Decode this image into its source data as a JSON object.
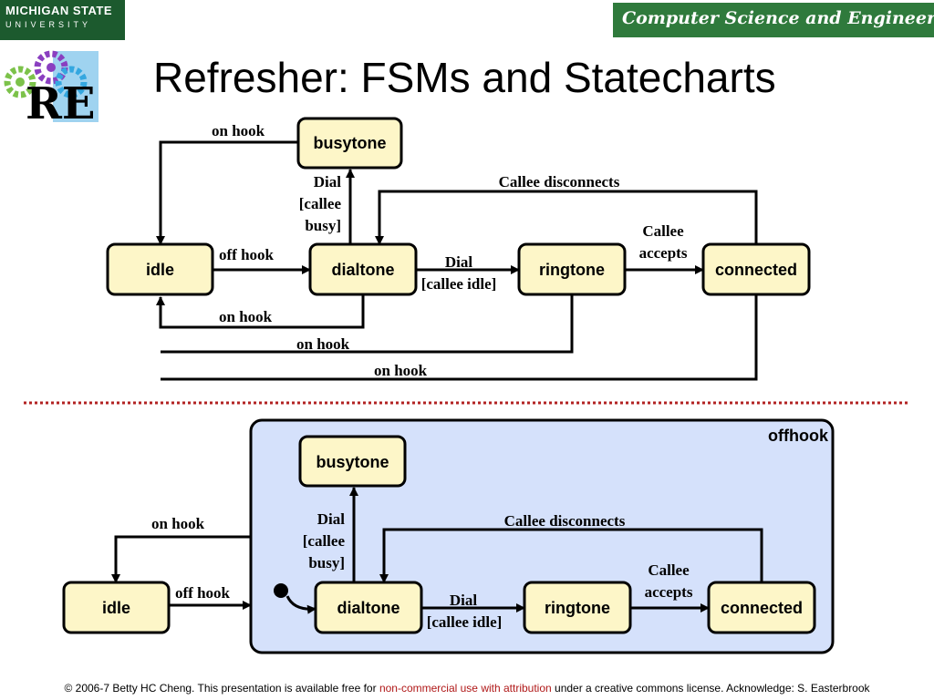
{
  "header": {
    "msu_logo_line1": "MICHIGAN STATE",
    "msu_logo_line2": "UNIVERSITY",
    "cse_banner": "Computer Science and Engineering",
    "re_logo_text": "RE"
  },
  "title": "Refresher: FSMs and Statecharts",
  "top_fsm": {
    "states": {
      "busytone": "busytone",
      "idle": "idle",
      "dialtone": "dialtone",
      "ringtone": "ringtone",
      "connected": "connected"
    },
    "transitions": {
      "busy_on_hook": "on hook",
      "dial_busy_1": "Dial",
      "dial_busy_2": "[callee",
      "dial_busy_3": "busy]",
      "callee_disconnects": "Callee disconnects",
      "off_hook": "off hook",
      "dial_idle_1": "Dial",
      "dial_idle_2": "[callee idle]",
      "callee_accepts_1": "Callee",
      "callee_accepts_2": "accepts",
      "dialtone_on_hook": "on hook",
      "ringtone_on_hook": "on hook",
      "connected_on_hook": "on hook"
    }
  },
  "bottom_statechart": {
    "superstate": "offhook",
    "states": {
      "busytone": "busytone",
      "idle": "idle",
      "dialtone": "dialtone",
      "ringtone": "ringtone",
      "connected": "connected"
    },
    "transitions": {
      "on_hook": "on hook",
      "off_hook": "off hook",
      "dial_busy_1": "Dial",
      "dial_busy_2": "[callee",
      "dial_busy_3": "busy]",
      "callee_disconnects": "Callee disconnects",
      "dial_idle_1": "Dial",
      "dial_idle_2": "[callee idle]",
      "callee_accepts_1": "Callee",
      "callee_accepts_2": "accepts"
    }
  },
  "footer": {
    "prefix": "© 2006-7 Betty HC Cheng. This presentation is available free for ",
    "link": "non-commercial use with attribution",
    "suffix": " under a creative commons license. Acknowledge: S. Easterbrook"
  },
  "colors": {
    "state_fill": "#fdf6c8",
    "superstate_fill": "#d5e1fb",
    "separator": "#b22222",
    "msu_green": "#1c5a2e",
    "cse_green": "#2f7a3c",
    "footer_link": "#b01818"
  }
}
